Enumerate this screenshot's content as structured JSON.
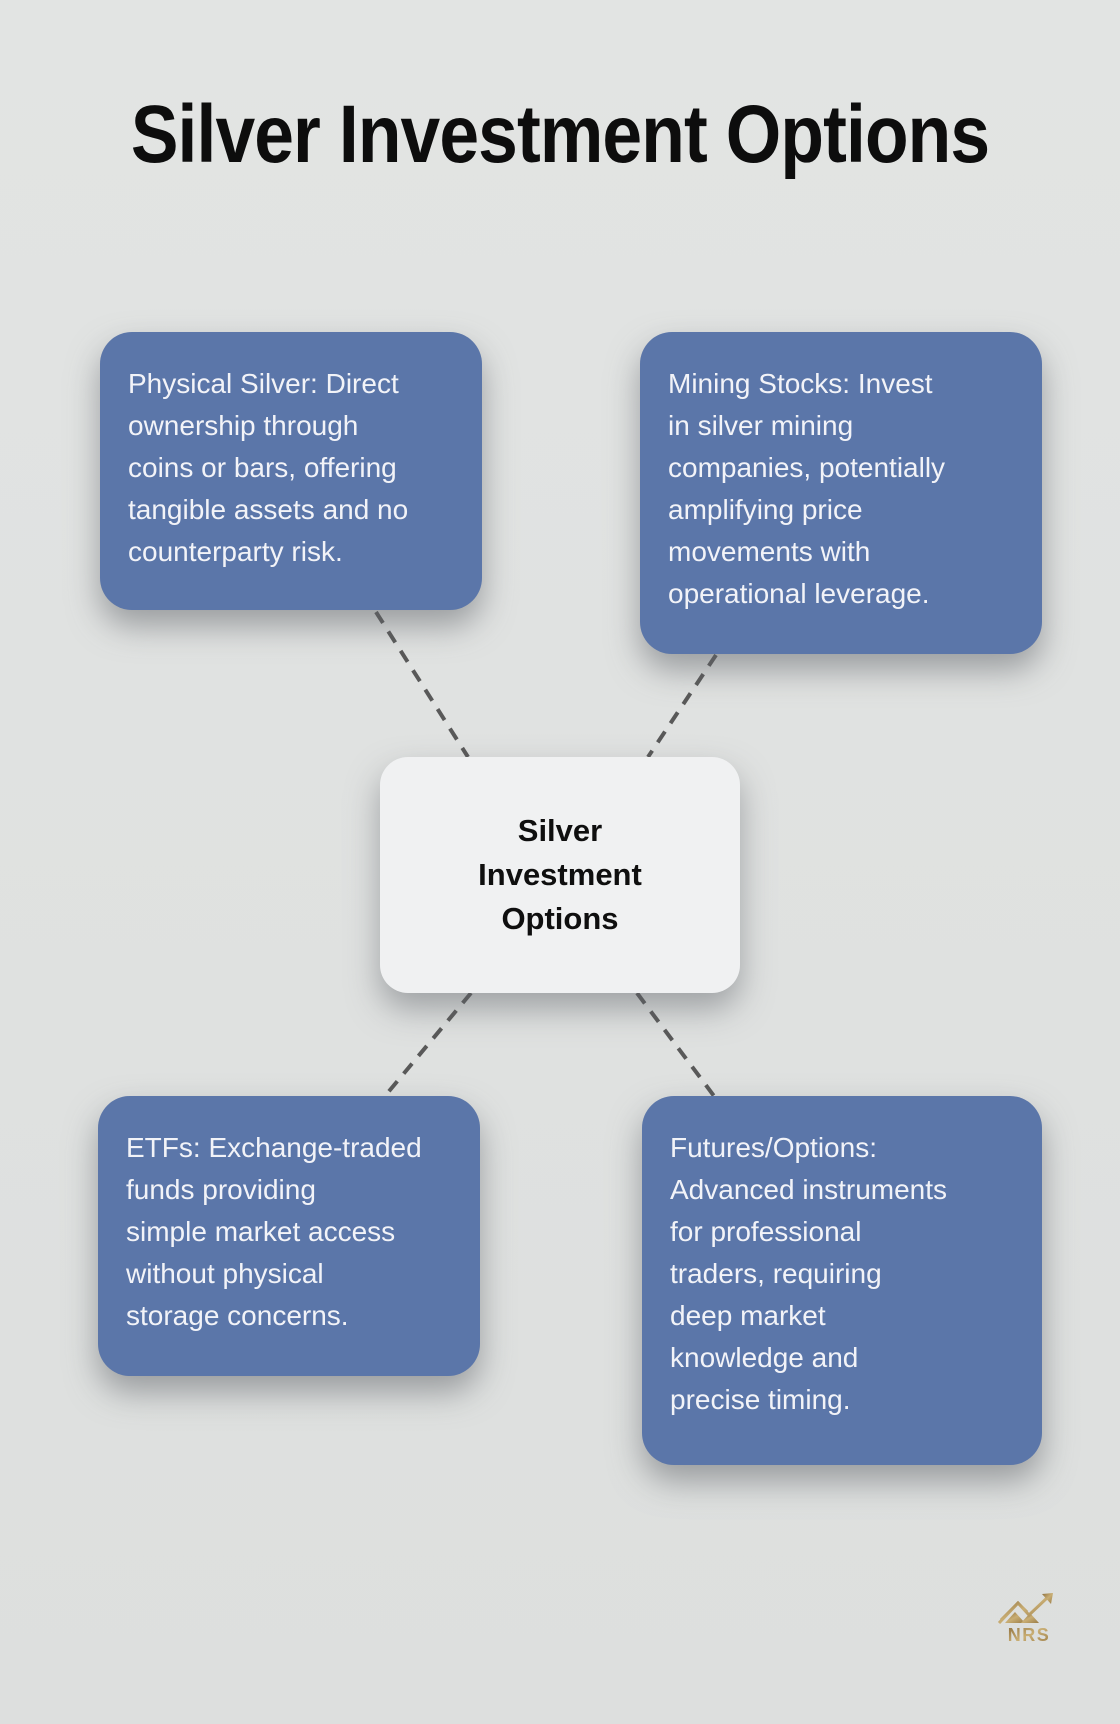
{
  "title": "Silver Investment Options",
  "center_node": {
    "label": "Silver\nInvestment\nOptions"
  },
  "nodes": [
    {
      "id": "physical-silver",
      "text": "Physical Silver: Direct\nownership through\ncoins or bars, offering\ntangible assets and no\ncounterparty risk."
    },
    {
      "id": "mining-stocks",
      "text": "Mining Stocks: Invest\nin silver mining\ncompanies, potentially\namplifying price\nmovements with\noperational leverage."
    },
    {
      "id": "etfs",
      "text": "ETFs: Exchange-traded\nfunds providing\nsimple market access\nwithout physical\nstorage concerns."
    },
    {
      "id": "futures-options",
      "text": "Futures/Options:\nAdvanced instruments\nfor professional\ntraders, requiring\ndeep market\nknowledge and\nprecise timing."
    }
  ],
  "logo": {
    "text": "NRS"
  },
  "colors": {
    "background": "#e0e2e1",
    "node_fill": "#5b76a9",
    "node_text": "#f2f3f8",
    "center_fill": "#f0f1f2",
    "center_text": "#0f0f0f",
    "connector": "#595959",
    "logo_gold_dark": "#8a6c3c",
    "logo_gold_light": "#d3b97e"
  }
}
